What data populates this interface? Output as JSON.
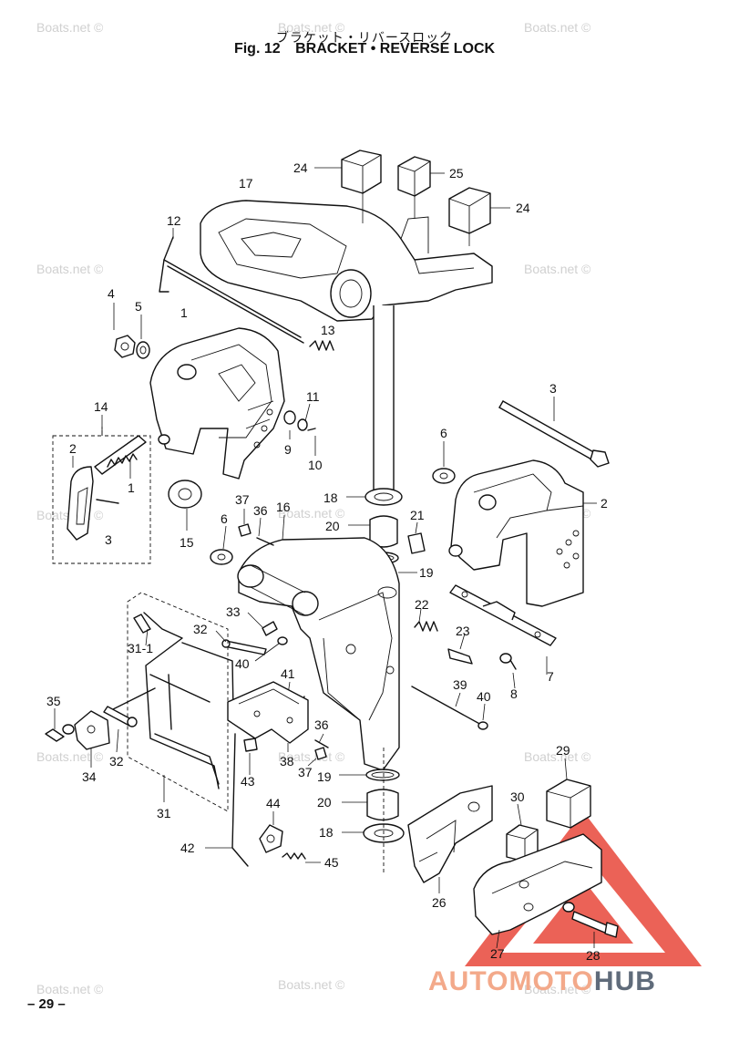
{
  "header": {
    "title_jp": "ブラケット・リバースロック",
    "fig_label": "Fig. 12",
    "title_en": "BRACKET • REVERSE LOCK"
  },
  "watermark": "Boats.net ©",
  "page_number": "– 29 –",
  "brand": {
    "part1": "AUTO",
    "part2": "MOTO",
    "part3": "HUB",
    "color_light": "#f3a98a",
    "color_dark": "#5f6b7a",
    "logo_color": "#e8473a"
  },
  "callouts": {
    "c24a": "24",
    "c25": "25",
    "c24b": "24",
    "c17": "17",
    "c12": "12",
    "c4": "4",
    "c5": "5",
    "c1a": "1",
    "c13": "13",
    "c14": "14",
    "c2a": "2",
    "c1b": "1",
    "c3a": "3",
    "c11": "11",
    "c9": "9",
    "c10": "10",
    "c3b": "3",
    "c6a": "6",
    "c2b": "2",
    "c15": "15",
    "c37a": "37",
    "c36a": "36",
    "c16": "16",
    "c6b": "6",
    "c18a": "18",
    "c20a": "20",
    "c21": "21",
    "c19a": "19",
    "c7": "7",
    "c22": "22",
    "c23": "23",
    "c8": "8",
    "c33": "33",
    "c32a": "32",
    "c31_1": "31-1",
    "c40a": "40",
    "c39": "39",
    "c40b": "40",
    "c41": "41",
    "c35": "35",
    "c36b": "36",
    "c34": "34",
    "c32b": "32",
    "c38": "38",
    "c37b": "37",
    "c19b": "19",
    "c43": "43",
    "c20b": "20",
    "c29": "29",
    "c30": "30",
    "c31": "31",
    "c44": "44",
    "c18b": "18",
    "c42": "42",
    "c45": "45",
    "c26": "26",
    "c27": "27",
    "c28": "28"
  }
}
